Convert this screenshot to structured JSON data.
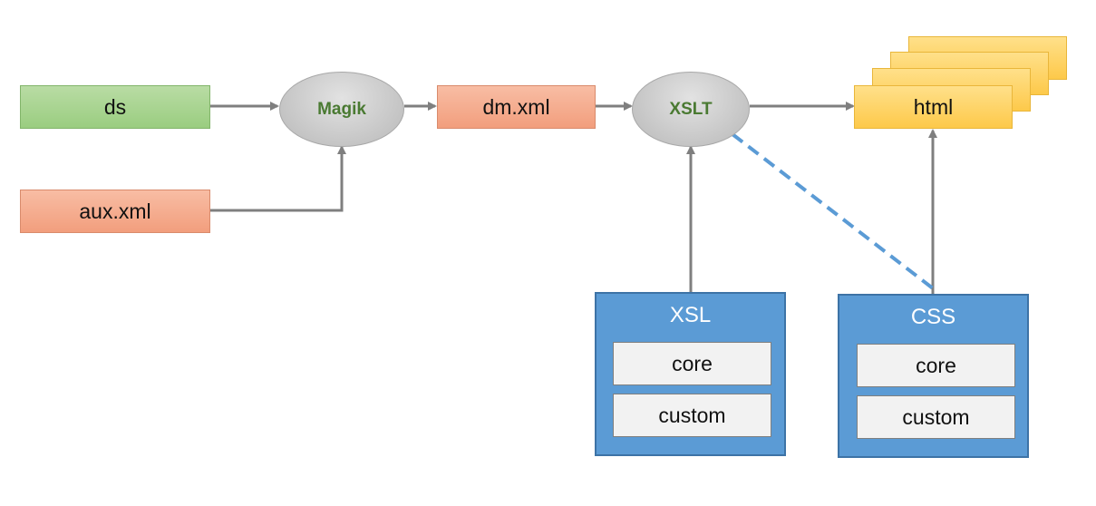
{
  "nodes": {
    "ds": "ds",
    "aux": "aux.xml",
    "magik": "Magik",
    "dm": "dm.xml",
    "xslt": "XSLT",
    "html": "html"
  },
  "groups": {
    "xsl": {
      "title": "XSL",
      "items": [
        "core",
        "custom"
      ]
    },
    "css": {
      "title": "CSS",
      "items": [
        "core",
        "custom"
      ]
    }
  },
  "colors": {
    "arrow": "#7f7f7f",
    "dashed_link": "#5b9bd5",
    "magik_text": "#4a7a32"
  }
}
